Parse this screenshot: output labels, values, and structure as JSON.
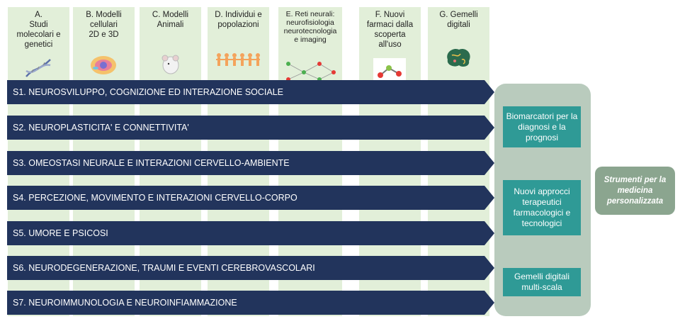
{
  "columns": [
    {
      "id": "A",
      "text": "A.\nStudi\nmolecolari e\ngenetici",
      "icon": "dna-helix-icon"
    },
    {
      "id": "B",
      "text": "B. Modelli\ncellulari\n2D e 3D",
      "icon": "cell-icon"
    },
    {
      "id": "C",
      "text": "C. Modelli\nAnimali",
      "icon": "mouse-icon"
    },
    {
      "id": "D",
      "text": "D. Individui e\npopolazioni",
      "icon": "people-chain-icon"
    },
    {
      "id": "E",
      "text": "E. Reti neurali:\nneurofisiologia\nneurotecnologia\ne imaging",
      "icon": "neural-network-icon"
    },
    {
      "id": "F",
      "text": "F. Nuovi\nfarmaci dalla\nscoperta\nall'uso",
      "icon": "molecule-icon"
    },
    {
      "id": "G",
      "text": "G. Gemelli\ndigitali",
      "icon": "brain-icon"
    }
  ],
  "rows": [
    "S1. NEUROSVILUPPO, COGNIZIONE ED INTERAZIONE SOCIALE",
    "S2. NEUROPLASTICITA' E CONNETTIVITA'",
    "S3. OMEOSTASI NEURALE E INTERAZIONI CERVELLO-AMBIENTE",
    "S4. PERCEZIONE, MOVIMENTO E INTERAZIONI CERVELLO-CORPO",
    "S5. UMORE E PSICOSI",
    "S6. NEURODEGENERAZIONE, TRAUMI E EVENTI CEREBROVASCOLARI",
    "S7. NEUROIMMUNOLOGIA E NEUROINFIAMMAZIONE"
  ],
  "outputs": [
    "Biomarcatori per la diagnosi e la prognosi",
    "Nuovi approcci terapeutici farmacologici e tecnologici",
    "Gemelli digitali multi-scala"
  ],
  "final": "Strumenti per la medicina personalizzata",
  "colors": {
    "column_bg": "#e2efd9",
    "arrow": "#22345c",
    "teal": "#2f9a96",
    "panel": "#b9cbbd",
    "final": "#8ba58f"
  }
}
